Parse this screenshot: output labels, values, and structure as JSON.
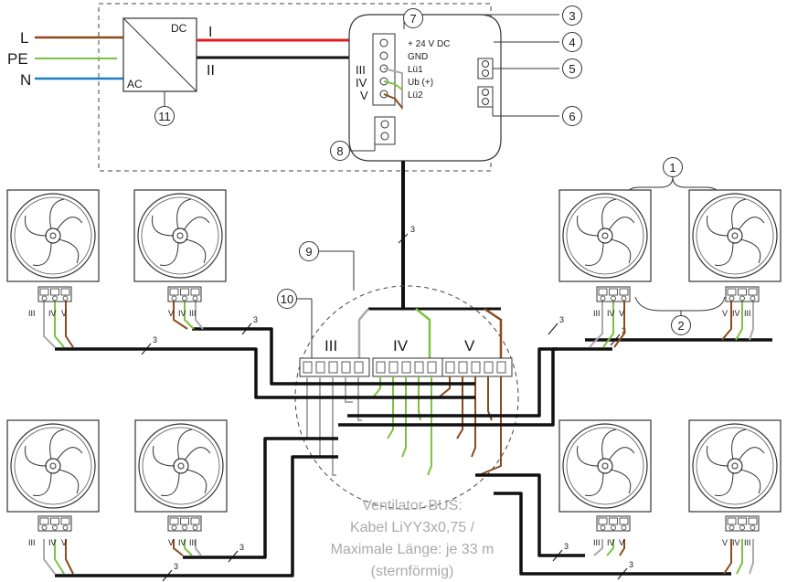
{
  "mains": {
    "L": "L",
    "PE": "PE",
    "N": "N"
  },
  "psu": {
    "dc": "DC",
    "ac": "AC",
    "out1": "I",
    "out2": "II"
  },
  "controller": {
    "terminal_labels": [
      "+ 24 V DC",
      "GND",
      "Lü1",
      "Ub (+)",
      "Lü2"
    ],
    "roman_III": "III",
    "roman_IV": "IV",
    "roman_V": "V"
  },
  "callouts": [
    "1",
    "2",
    "3",
    "4",
    "5",
    "6",
    "7",
    "8",
    "9",
    "10",
    "11"
  ],
  "distributor": {
    "group_III": "III",
    "group_IV": "IV",
    "group_V": "V"
  },
  "fan_terminals": {
    "order_a": [
      "III",
      "IV",
      "V"
    ],
    "order_b": [
      "V",
      "IV",
      "III"
    ]
  },
  "cable_count": "3",
  "bus_note": [
    "Ventilator-BUS:",
    "Kabel LiYY3x0,75 /",
    "Maximale Länge: je 33 m",
    "(sternförmig)"
  ],
  "colors": {
    "brown": "#8a4a1e",
    "red": "#e11d1d",
    "green": "#7cc242",
    "blue": "#1a7fc1",
    "grey": "#aaaaaa",
    "black": "#111111"
  }
}
